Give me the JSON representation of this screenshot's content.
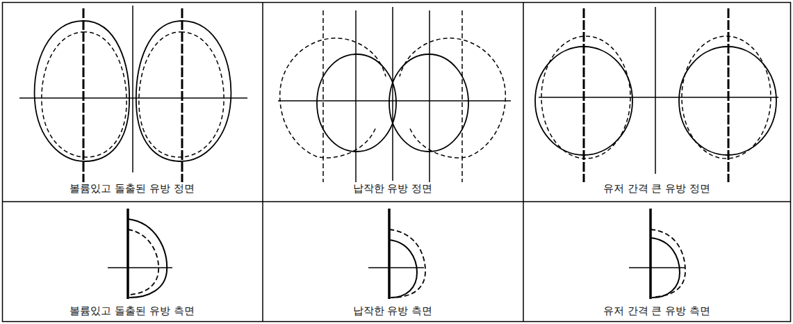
{
  "diagram": {
    "labels": [
      "볼륨있고 돌출된 유방 정면",
      "납작한 유방 정면",
      "유저 간격 큰 유방 정면",
      "볼륨있고 돌출된 유방 측면",
      "납작한 유방 측면",
      "유저 간격 큰 유방 측면"
    ]
  }
}
